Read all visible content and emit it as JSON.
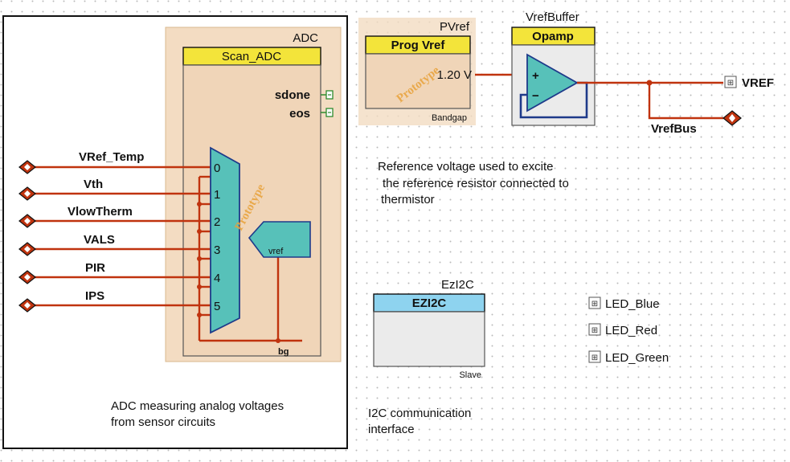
{
  "adc": {
    "instance_name": "ADC",
    "component_title": "Scan_ADC",
    "outputs": [
      "sdone",
      "eos"
    ],
    "mux_channels": [
      "0",
      "1",
      "2",
      "3",
      "4",
      "5"
    ],
    "vref_label": "vref",
    "bg_label": "bg",
    "watermark": "Prototype",
    "inputs": [
      "VRef_Temp",
      "Vth",
      "VlowTherm",
      "VALS",
      "PIR",
      "IPS"
    ],
    "note_line1": "ADC measuring analog voltages",
    "note_line2": "from sensor circuits"
  },
  "pvref": {
    "instance_name": "PVref",
    "component_title": "Prog Vref",
    "voltage": "1.20 V",
    "sub_label": "Bandgap",
    "watermark": "Prototype"
  },
  "vrefbuffer": {
    "instance_name": "VrefBuffer",
    "component_title": "Opamp",
    "plus": "+",
    "minus": "−"
  },
  "vref_pin": {
    "label": "VREF",
    "glyph": "⊞"
  },
  "vref_bus": {
    "label": "VrefBus"
  },
  "reference_note": {
    "line1": "Reference voltage used to excite",
    "line2": "the reference resistor connected to",
    "line3": "thermistor"
  },
  "ezi2c": {
    "instance_name": "EzI2C",
    "component_title": "EZI2C",
    "sub_label": "Slave",
    "note_line1": "I2C communication",
    "note_line2": "interface"
  },
  "leds": [
    {
      "label": "LED_Blue",
      "glyph": "⊞"
    },
    {
      "label": "LED_Red",
      "glyph": "⊞"
    },
    {
      "label": "LED_Green",
      "glyph": "⊞"
    }
  ],
  "colors": {
    "wire": "#c0330e",
    "component_bg": "#f3dcc2",
    "title_bar": "#f3e43a",
    "mux_fill": "#57c1b9",
    "opamp_fill": "#57c1b9",
    "grid_dot": "#b9b9b9"
  },
  "icons": {
    "input_port": "diamond-port-icon",
    "digital_pin": "digital-pin-icon",
    "output_terminal": "green-terminal-icon"
  }
}
